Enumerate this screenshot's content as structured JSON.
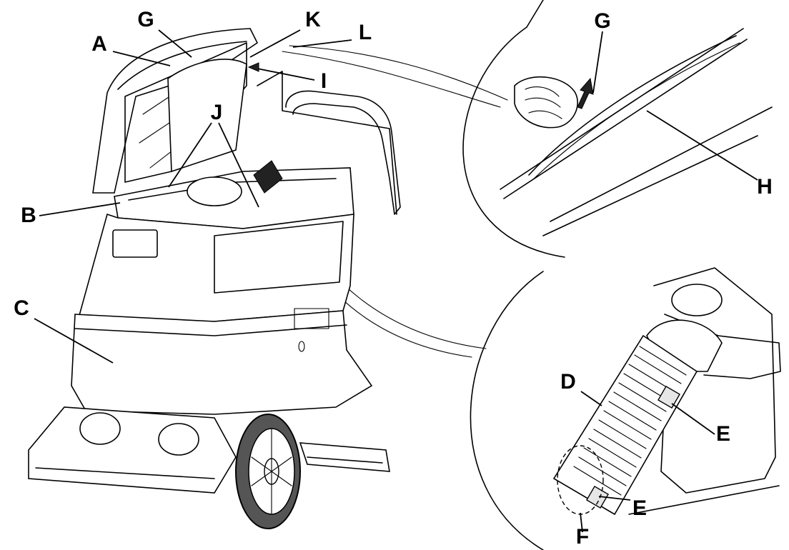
{
  "callouts": {
    "A": "A",
    "B": "B",
    "C": "C",
    "D": "D",
    "E_upper": "E",
    "E_lower": "E",
    "F": "F",
    "G_main": "G",
    "G_detail": "G",
    "H": "H",
    "I": "I",
    "J": "J",
    "K": "K",
    "L": "L"
  }
}
